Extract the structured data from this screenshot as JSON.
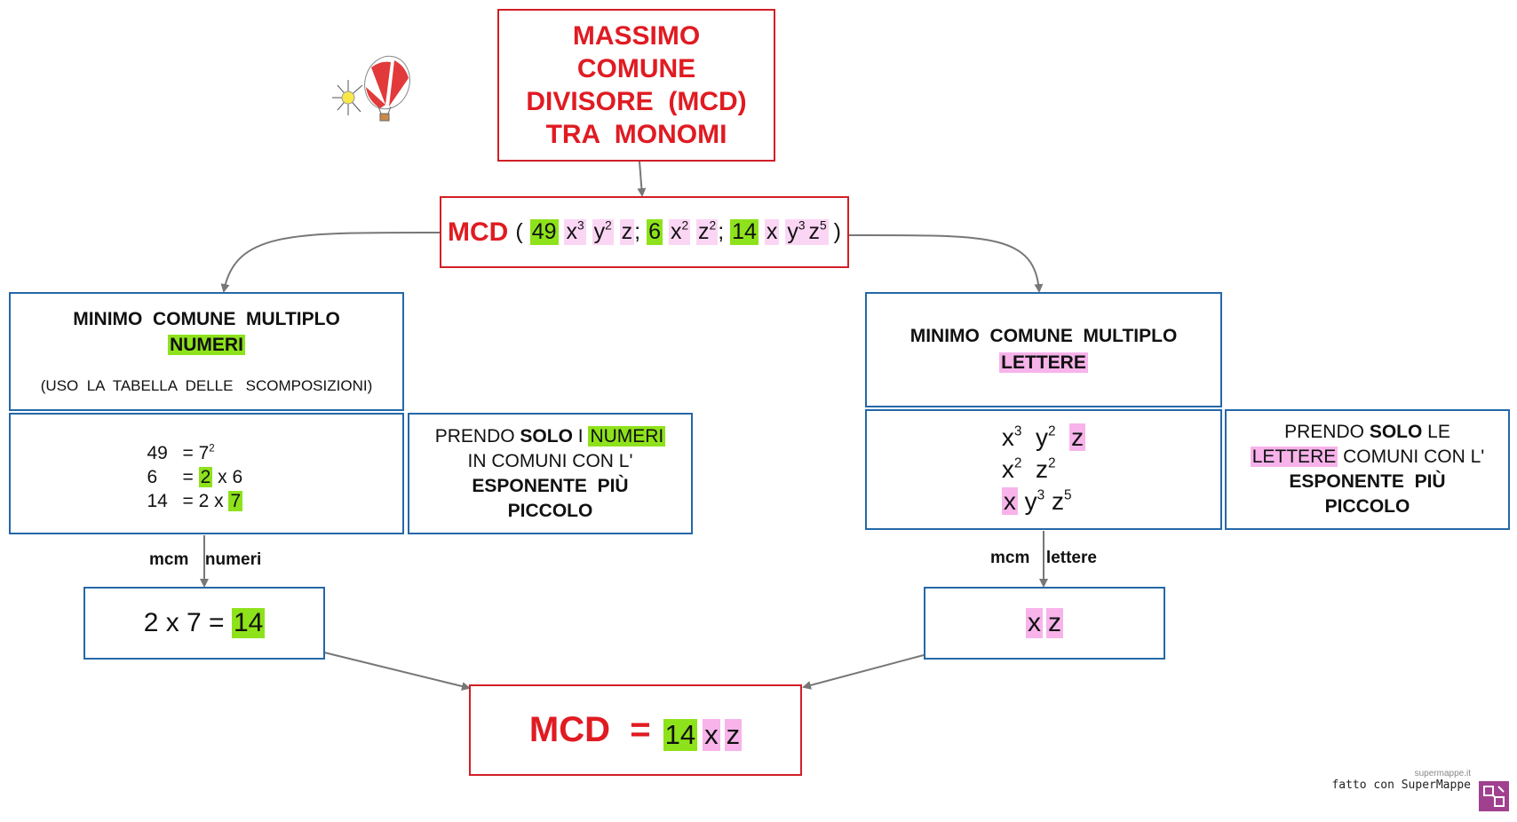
{
  "title": [
    "MASSIMO",
    "COMUNE",
    "DIVISORE  (MCD)",
    "TRA  MONOMI"
  ],
  "mcd_expr": {
    "label": "MCD",
    "open": "(",
    "close": ")",
    "semicolon": ";",
    "m1": {
      "coef": "49",
      "a": "x",
      "a_exp": "3",
      "b": "y",
      "b_exp": "2",
      "c": "z"
    },
    "m2": {
      "coef": "6",
      "a": "x",
      "a_exp": "2",
      "b": "z",
      "b_exp": "2"
    },
    "m3": {
      "coef": "14",
      "a": "x",
      "b": "y",
      "b_exp": "3",
      "c": "z",
      "c_exp": "5"
    }
  },
  "left_header": {
    "line1": "MINIMO  COMUNE  MULTIPLO",
    "highlight": "NUMERI",
    "note": "(USO  LA  TABELLA  DELLE   SCOMPOSIZIONI)"
  },
  "decomposition": [
    {
      "n": "49",
      "eq": "=",
      "val": "7",
      "exp": "2"
    },
    {
      "n": "6",
      "eq": "=",
      "hl": "2",
      "rest": "x 6"
    },
    {
      "n": "14",
      "eq": "=",
      "pre": "2 x",
      "hl": "7"
    }
  ],
  "left_rule": {
    "t1": "PRENDO ",
    "b1": "SOLO",
    "t2": " I ",
    "hl": "NUMERI",
    "t3": "IN COMUNI CON L'",
    "b2": "ESPONENTE  PIÙ",
    "b3": "PICCOLO"
  },
  "left_arrow_label": "mcm  numeri",
  "left_result": {
    "expr": "2 x 7 =",
    "hl": "14"
  },
  "right_header": {
    "line1": "MINIMO  COMUNE  MULTIPLO",
    "highlight": "LETTERE"
  },
  "letters": {
    "r1": {
      "a": "x",
      "a_exp": "3",
      "b": "y",
      "b_exp": "2",
      "c": "z"
    },
    "r2": {
      "a": "x",
      "a_exp": "2",
      "b": "z",
      "b_exp": "2"
    },
    "r3": {
      "a": "x",
      "b": "y",
      "b_exp": "3",
      "c": "z",
      "c_exp": "5"
    }
  },
  "right_rule": {
    "t1": "PRENDO ",
    "b1": "SOLO",
    "t2": " LE",
    "hl": "LETTERE",
    "t3": " COMUNI CON L'",
    "b2": "ESPONENTE  PIÙ",
    "b3": "PICCOLO"
  },
  "right_arrow_label": "mcm  lettere",
  "right_result": {
    "a": "x",
    "b": "z"
  },
  "final": {
    "label": "MCD  =",
    "num": "14",
    "a": "x",
    "b": "z"
  },
  "footer": {
    "site": "supermappe.it",
    "text": "fatto con SuperMappe"
  },
  "colors": {
    "red": "#d21f26",
    "blue": "#2468a8",
    "green": "#8ee21b",
    "pink": "#f7b3ea",
    "arrow": "#777777"
  }
}
